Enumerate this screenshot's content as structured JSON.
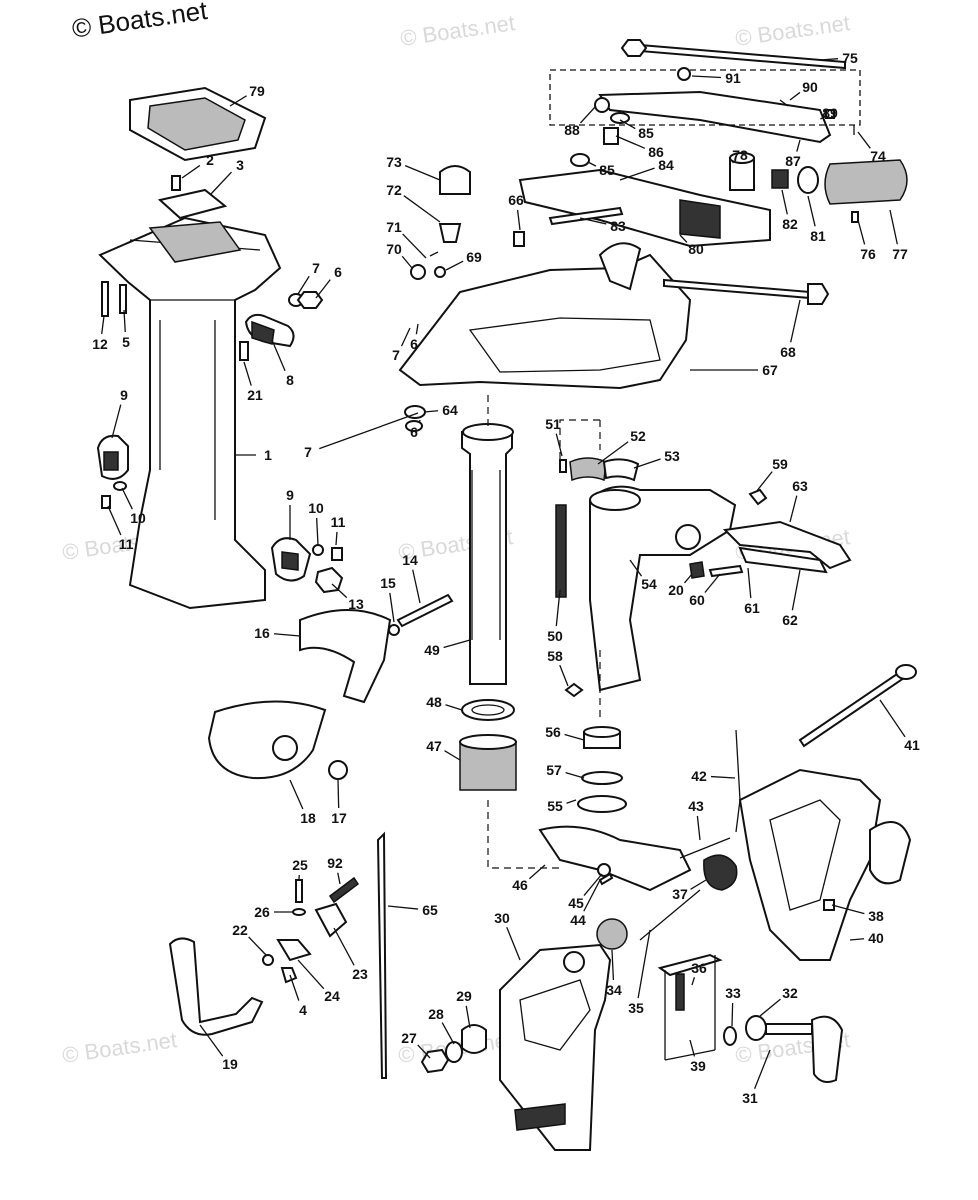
{
  "copyright": "© Boats.net",
  "watermark": "© Boats.net",
  "labels": [
    "1",
    "2",
    "3",
    "4",
    "5",
    "6",
    "6",
    "6",
    "7",
    "7",
    "7",
    "8",
    "9",
    "9",
    "10",
    "10",
    "11",
    "11",
    "12",
    "13",
    "14",
    "15",
    "16",
    "17",
    "18",
    "19",
    "20",
    "21",
    "22",
    "23",
    "24",
    "25",
    "26",
    "27",
    "28",
    "29",
    "30",
    "31",
    "32",
    "33",
    "34",
    "35",
    "36",
    "37",
    "38",
    "39",
    "40",
    "41",
    "42",
    "43",
    "44",
    "45",
    "46",
    "47",
    "48",
    "49",
    "50",
    "51",
    "52",
    "53",
    "54",
    "55",
    "56",
    "57",
    "58",
    "59",
    "60",
    "61",
    "62",
    "63",
    "64",
    "65",
    "66",
    "67",
    "68",
    "69",
    "70",
    "71",
    "72",
    "73",
    "74",
    "75",
    "76",
    "77",
    "78",
    "79",
    "80",
    "81",
    "82",
    "83",
    "84",
    "85",
    "85",
    "86",
    "87",
    "88",
    "89",
    "90",
    "91",
    "92"
  ]
}
